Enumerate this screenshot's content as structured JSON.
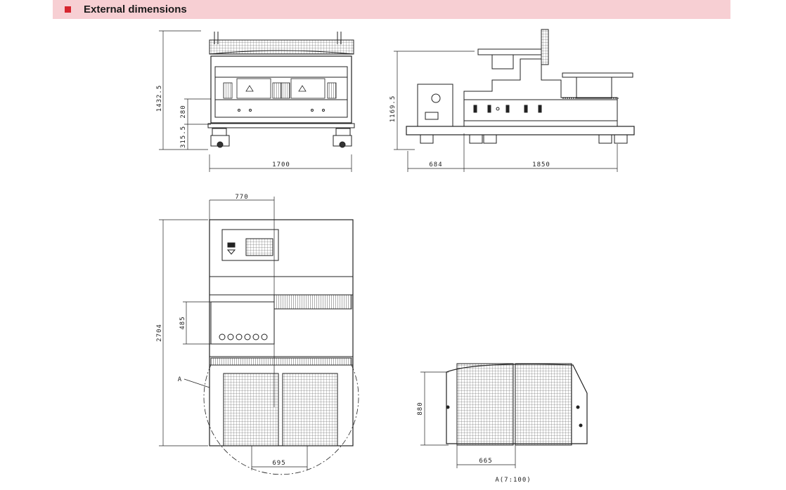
{
  "header": {
    "title": "External dimensions"
  },
  "dimensions": {
    "front_height": "1432.5",
    "front_sub_a": "280",
    "front_sub_b": "315.5",
    "front_width": "1700",
    "side_height": "1169.5",
    "side_width_a": "684",
    "side_width_b": "1850",
    "top_width": "770",
    "top_depth": "2704",
    "top_sub": "485",
    "top_bottom": "695",
    "detail_height": "880",
    "detail_width": "665"
  },
  "labels": {
    "detail_marker": "A",
    "detail_caption": "A(7:100)"
  }
}
